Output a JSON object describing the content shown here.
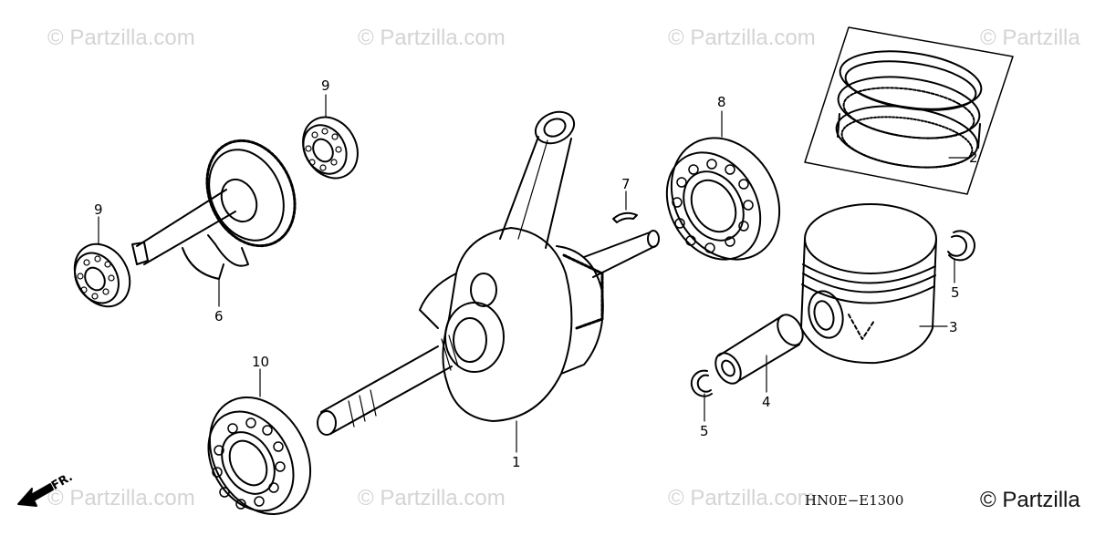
{
  "watermarks": [
    "© Partzilla.com",
    "© Partzilla.com",
    "© Partzilla.com",
    "© Partzilla",
    "© Partzilla.com",
    "© Partzilla.com",
    "© Partzilla.com"
  ],
  "diagram_code": "HN0E−E1300",
  "copyright": "© Partzilla",
  "front_label": "FR.",
  "callouts": [
    "1",
    "2",
    "3",
    "4",
    "5",
    "5",
    "6",
    "7",
    "8",
    "9",
    "9",
    "10"
  ],
  "colors": {
    "line": "#000000",
    "watermark": "#d4d4d4",
    "background": "#ffffff"
  }
}
